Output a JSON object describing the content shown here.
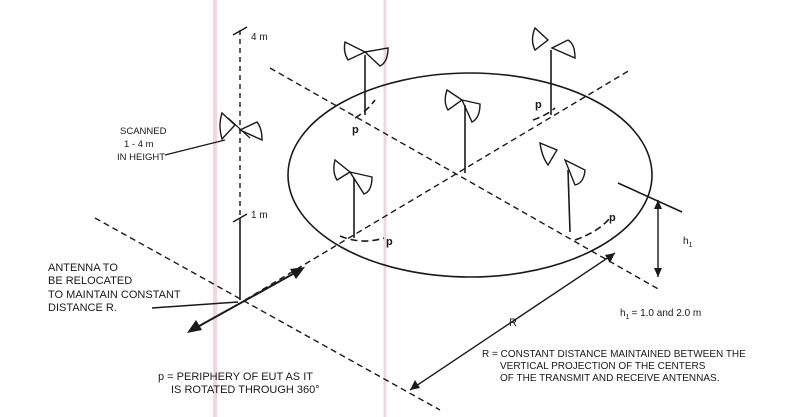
{
  "labels": {
    "top_height": "4 m",
    "bottom_height": "1 m",
    "scanned": [
      "SCANNED",
      "1 - 4 m",
      "IN HEIGHT"
    ],
    "antenna_note": [
      "ANTENNA TO",
      "BE RELOCATED",
      "TO MAINTAIN CONSTANT",
      "DISTANCE R."
    ],
    "periphery_marker": "p",
    "h1_symbol": "h",
    "h1_subscript": "1",
    "h1_values": "= 1.0 and 2.0 m",
    "r_symbol": "R",
    "r_note": [
      "R = CONSTANT DISTANCE MAINTAINED BETWEEN THE",
      "VERTICAL PROJECTION OF THE CENTERS",
      "OF THE TRANSMIT AND RECEIVE ANTENNAS."
    ],
    "p_note": [
      "p = PERIPHERY OF EUT AS IT",
      "IS ROTATED THROUGH 360°"
    ]
  },
  "colors": {
    "line": "#1a1a1a",
    "scan_edge": "#f3d6dc"
  }
}
